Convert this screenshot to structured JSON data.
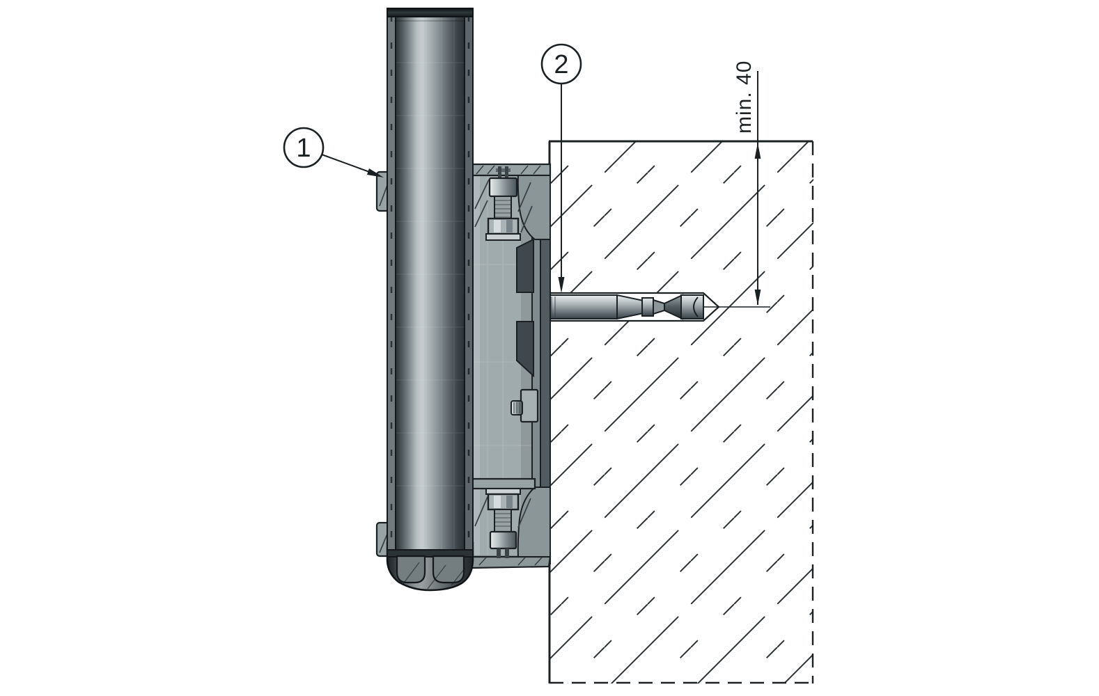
{
  "drawing": {
    "callout_labels": [
      "1",
      "2"
    ],
    "dimension_label": "min. 40",
    "colors": {
      "line": "#1b2023",
      "hatch": "#2b3134",
      "bracket_fill": "#a0abad",
      "pole_dark": "#2b3235",
      "pole_highlight": "#c6cdd0",
      "metal_light": "#e8ecec",
      "background": "#ffffff"
    }
  }
}
